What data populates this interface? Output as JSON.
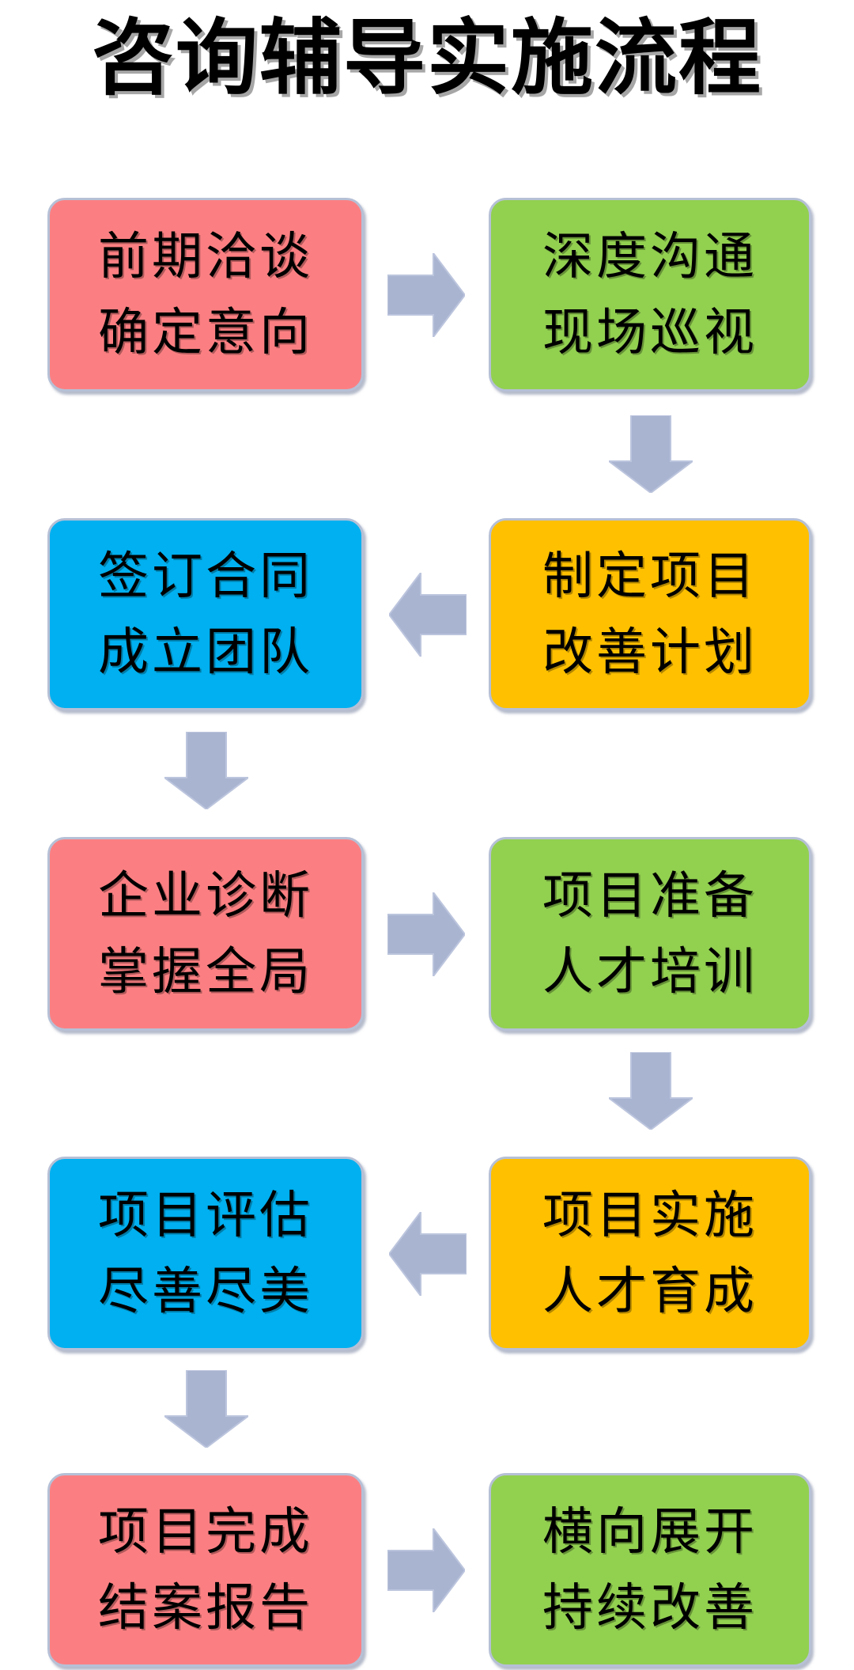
{
  "title": "咨询辅导实施流程",
  "theme": {
    "background": "#ffffff",
    "arrow_fill": "#a9b4d1",
    "box_border": "#b6c0d6",
    "text_color": "#000000",
    "pink": "#fb7f82",
    "green": "#92d050",
    "blue": "#00b0f0",
    "orange": "#ffc000"
  },
  "steps": [
    {
      "id": 1,
      "line1": "前期洽谈",
      "line2": "确定意向",
      "color": "pink",
      "row": 1,
      "col": "left"
    },
    {
      "id": 2,
      "line1": "深度沟通",
      "line2": "现场巡视",
      "color": "green",
      "row": 1,
      "col": "right"
    },
    {
      "id": 3,
      "line1": "制定项目",
      "line2": "改善计划",
      "color": "orange",
      "row": 2,
      "col": "right"
    },
    {
      "id": 4,
      "line1": "签订合同",
      "line2": "成立团队",
      "color": "blue",
      "row": 2,
      "col": "left"
    },
    {
      "id": 5,
      "line1": "企业诊断",
      "line2": "掌握全局",
      "color": "pink",
      "row": 3,
      "col": "left"
    },
    {
      "id": 6,
      "line1": "项目准备",
      "line2": "人才培训",
      "color": "green",
      "row": 3,
      "col": "right"
    },
    {
      "id": 7,
      "line1": "项目实施",
      "line2": "人才育成",
      "color": "orange",
      "row": 4,
      "col": "right"
    },
    {
      "id": 8,
      "line1": "项目评估",
      "line2": "尽善尽美",
      "color": "blue",
      "row": 4,
      "col": "left"
    },
    {
      "id": 9,
      "line1": "项目完成",
      "line2": "结案报告",
      "color": "pink",
      "row": 5,
      "col": "left"
    },
    {
      "id": 10,
      "line1": "横向展开",
      "line2": "持续改善",
      "color": "green",
      "row": 5,
      "col": "right"
    }
  ],
  "arrows": [
    {
      "id": "a1",
      "direction": "right",
      "from": 1,
      "to": 2
    },
    {
      "id": "a2",
      "direction": "down",
      "from": 2,
      "to": 3
    },
    {
      "id": "a3",
      "direction": "left",
      "from": 3,
      "to": 4
    },
    {
      "id": "a4",
      "direction": "down",
      "from": 4,
      "to": 5
    },
    {
      "id": "a5",
      "direction": "right",
      "from": 5,
      "to": 6
    },
    {
      "id": "a6",
      "direction": "down",
      "from": 6,
      "to": 7
    },
    {
      "id": "a7",
      "direction": "left",
      "from": 7,
      "to": 8
    },
    {
      "id": "a8",
      "direction": "down",
      "from": 8,
      "to": 9
    },
    {
      "id": "a9",
      "direction": "right",
      "from": 9,
      "to": 10
    }
  ]
}
